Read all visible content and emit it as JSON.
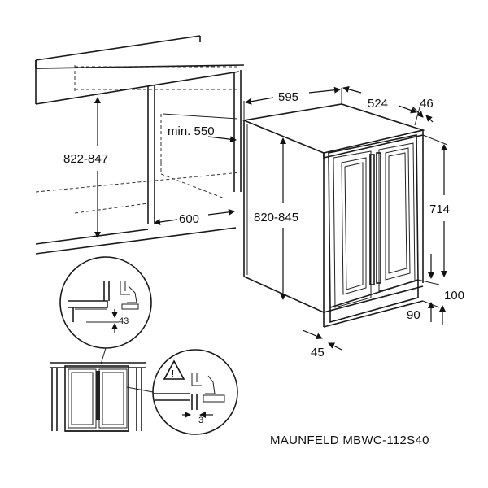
{
  "dimensions": {
    "niche_height": "822-847",
    "niche_depth_min": "min. 550",
    "niche_width": "600",
    "appliance_width": "595",
    "appliance_depth": "524",
    "door_depth": "46",
    "appliance_height": "820-845",
    "door_height": "714",
    "plinth_height": "100",
    "plinth_min": "90",
    "door_offset": "45",
    "detail_gap_top": "43",
    "detail_gap_bottom": "3"
  },
  "warning_symbol": "!",
  "icons": {
    "warning": "warning-triangle-icon"
  },
  "model_label": "MAUNFELD MBWC-112S40"
}
